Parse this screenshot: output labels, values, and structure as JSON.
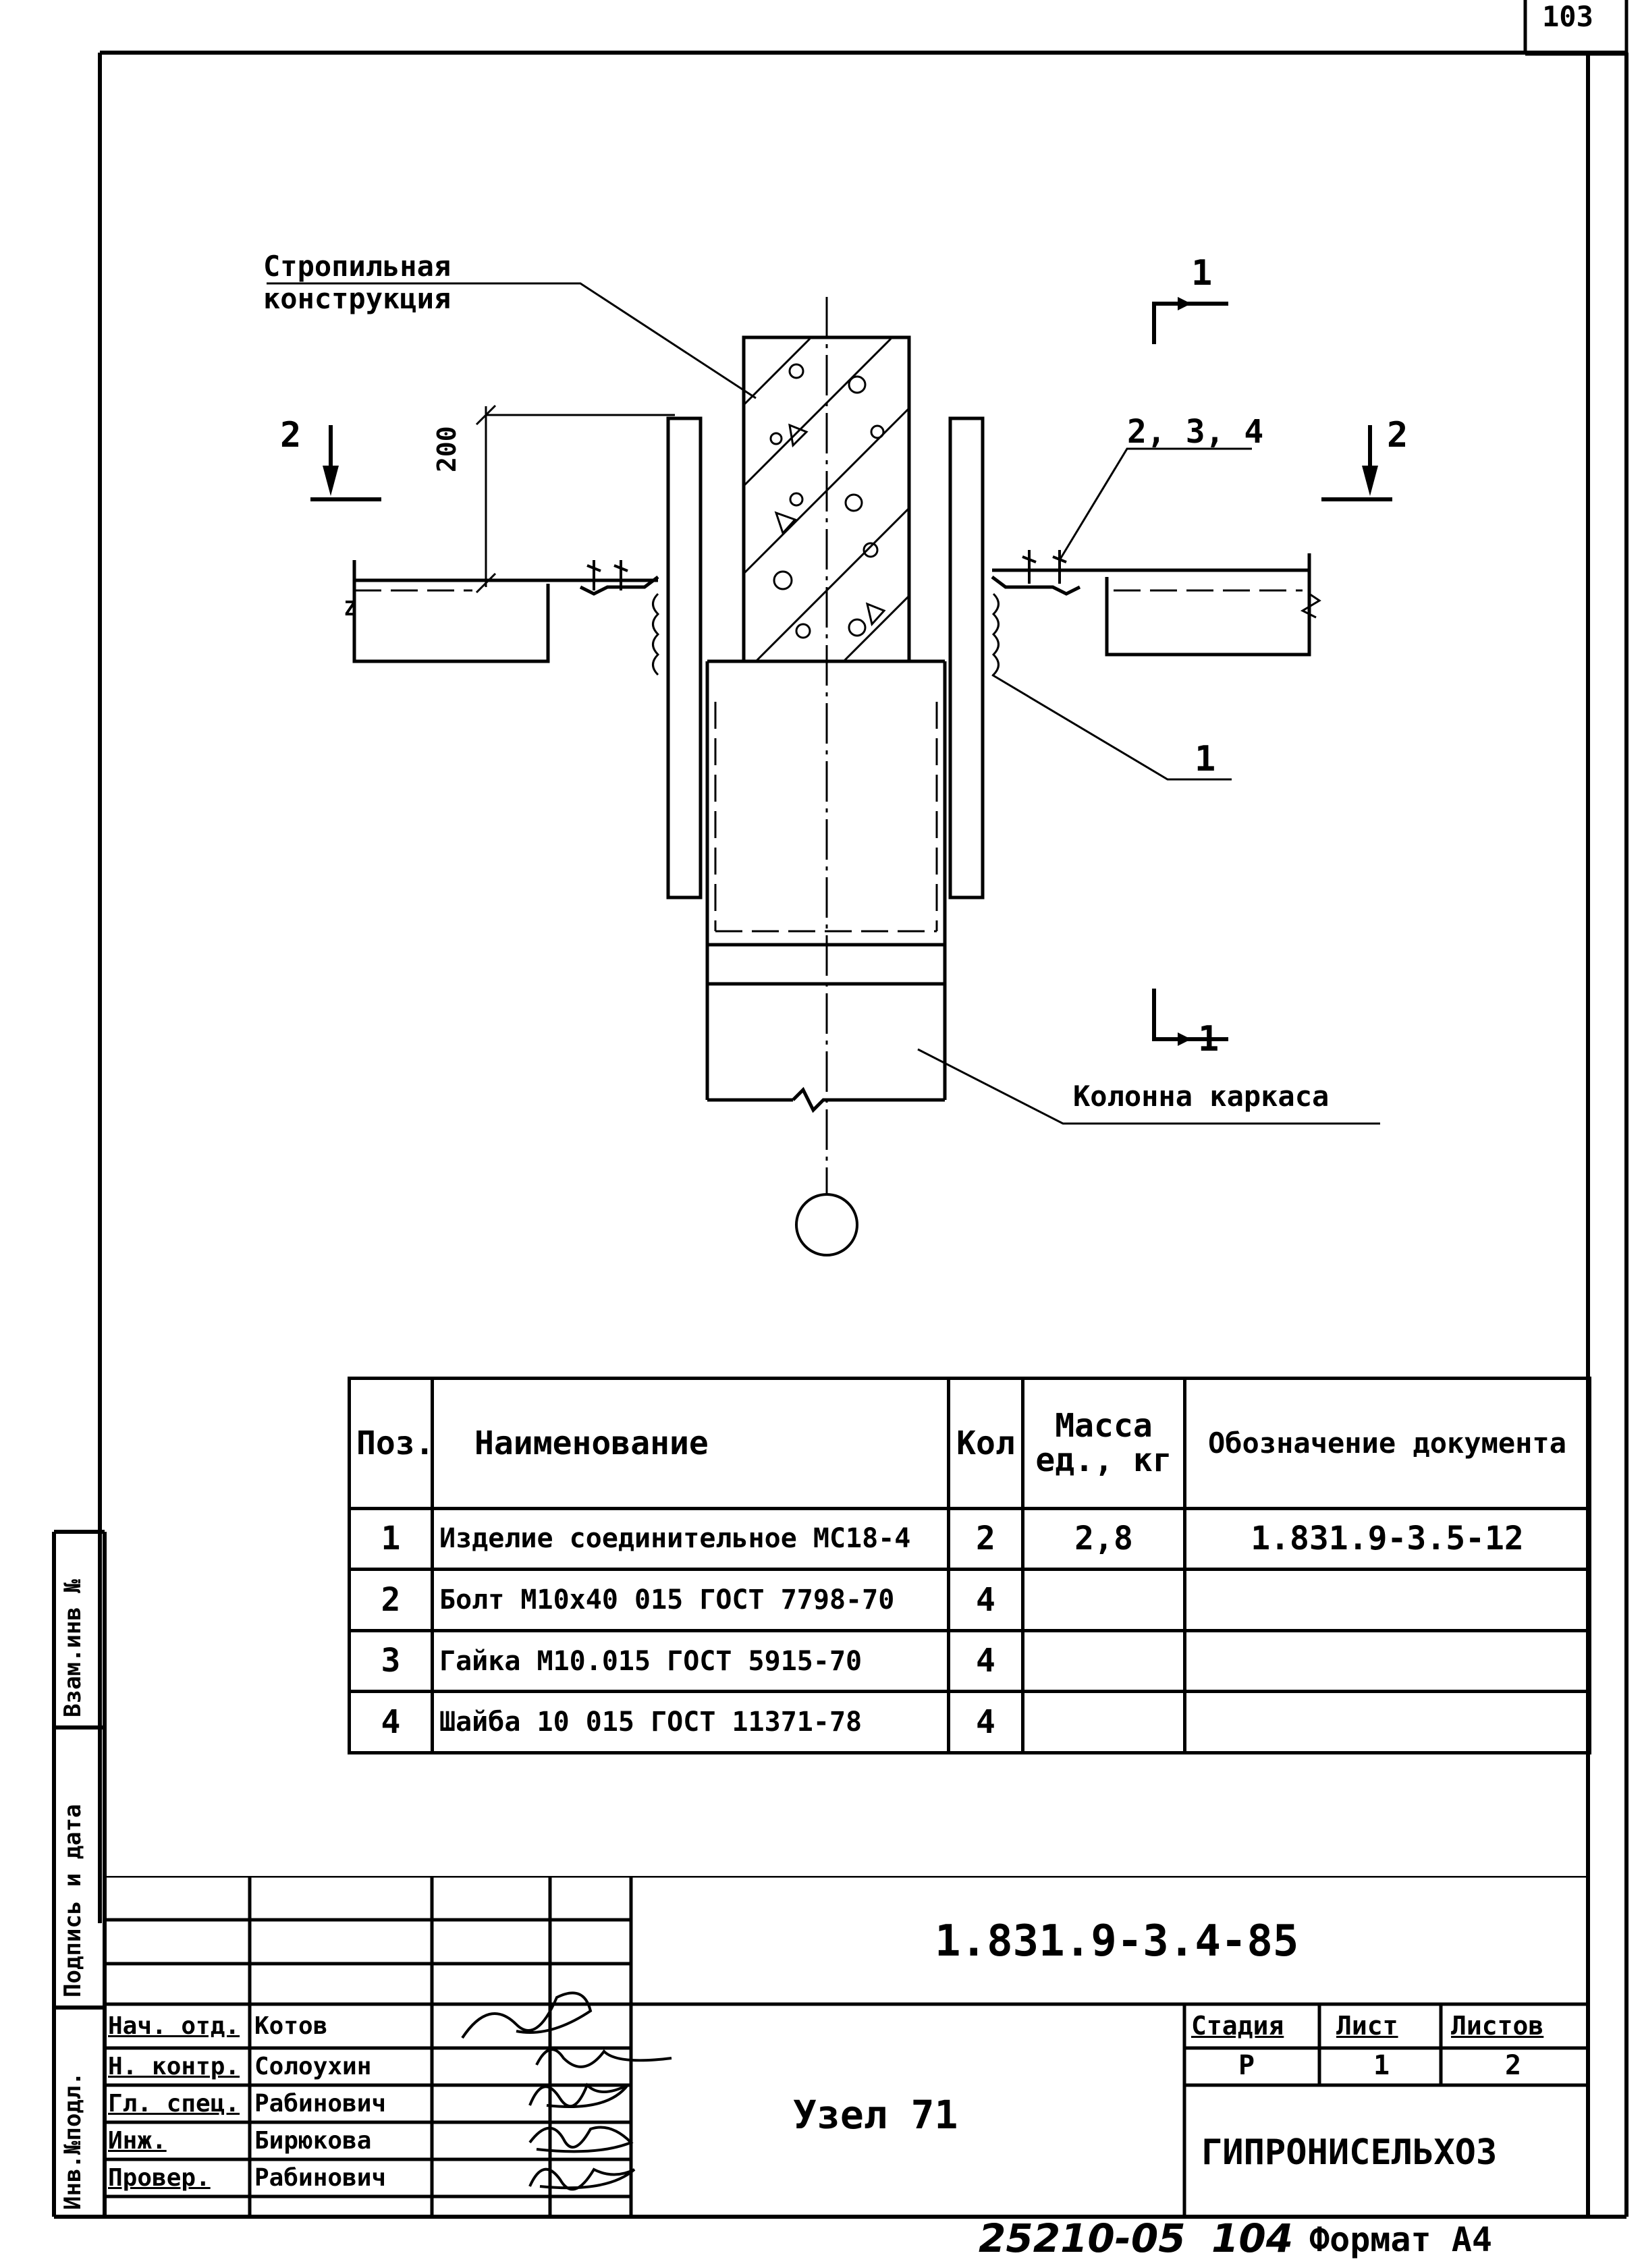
{
  "page": {
    "sheet_number_corner": "103",
    "bottom_line_doc_number": "25210-05",
    "bottom_line_page": "104",
    "format_label": "Формат А4"
  },
  "drawing": {
    "label_rafter": [
      "Стропильная",
      "конструкция"
    ],
    "label_column": "Колонна каркаса",
    "dimension_200": "200",
    "section_1_top": "1",
    "section_1_bottom": "1",
    "section_2_left": "2",
    "section_2_right": "2",
    "callout_234": "2, 3, 4",
    "callout_1": "1",
    "break_mark": "Z"
  },
  "spec_table": {
    "headers": {
      "pos": "Поз.",
      "name": "Наименование",
      "qty": "Кол",
      "mass": "Масса ед., кг",
      "doc": "Обозначение документа"
    },
    "rows": [
      {
        "pos": "1",
        "name": "Изделие соединительное МС18-4",
        "qty": "2",
        "mass": "2,8",
        "doc": "1.831.9-3.5-12"
      },
      {
        "pos": "2",
        "name": "Болт М10х40 015 ГОСТ 7798-70",
        "qty": "4",
        "mass": "",
        "doc": ""
      },
      {
        "pos": "3",
        "name": "Гайка М10.015 ГОСТ 5915-70",
        "qty": "4",
        "mass": "",
        "doc": ""
      },
      {
        "pos": "4",
        "name": "Шайба 10 015 ГОСТ 11371-78",
        "qty": "4",
        "mass": "",
        "doc": ""
      }
    ]
  },
  "left_strip": {
    "field1": "Взам.инв №",
    "field2": "Подпись и дата",
    "field3": "Инв.№подл."
  },
  "title_block": {
    "designation": "1.831.9-3.4-85",
    "title": "Узел 71",
    "organization": "ГИПРОНИСЕЛЬХОЗ",
    "stage_label": "Стадия",
    "sheet_label": "Лист",
    "sheets_label": "Листов",
    "stage": "Р",
    "sheet": "1",
    "sheets": "2",
    "staff": [
      {
        "role": "Нач. отд.",
        "name": "Котов"
      },
      {
        "role": "Н. контр.",
        "name": "Солоухин"
      },
      {
        "role": "Гл. спец.",
        "name": "Рабинович"
      },
      {
        "role": "Инж.",
        "name": "Бирюкова"
      },
      {
        "role": "Провер.",
        "name": "Рабинович"
      }
    ]
  }
}
